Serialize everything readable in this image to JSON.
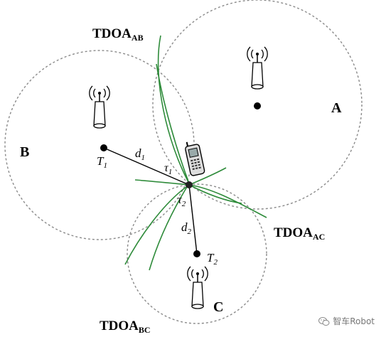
{
  "labels": {
    "tdoa_ab_main": "TDOA",
    "tdoa_ab_sub": "AB",
    "tdoa_ac_main": "TDOA",
    "tdoa_ac_sub": "AC",
    "tdoa_bc_main": "TDOA",
    "tdoa_bc_sub": "BC",
    "station_a": "A",
    "station_b": "B",
    "station_c": "C",
    "t1_main": "T",
    "t1_sub": "1",
    "t2_main": "T",
    "t2_sub": "2",
    "d1_main": "d",
    "d1_sub": "1",
    "d2_main": "d",
    "d2_sub": "2",
    "tau1_main": "τ",
    "tau1_sub": "1",
    "tau2_main": "τ",
    "tau2_sub": "2"
  },
  "watermark": {
    "text": "智车Robot",
    "icon": "wechat-icon"
  },
  "colors": {
    "circle": "#8a8a8a",
    "hyperbola": "#2e8b3a",
    "ink": "#000000"
  }
}
